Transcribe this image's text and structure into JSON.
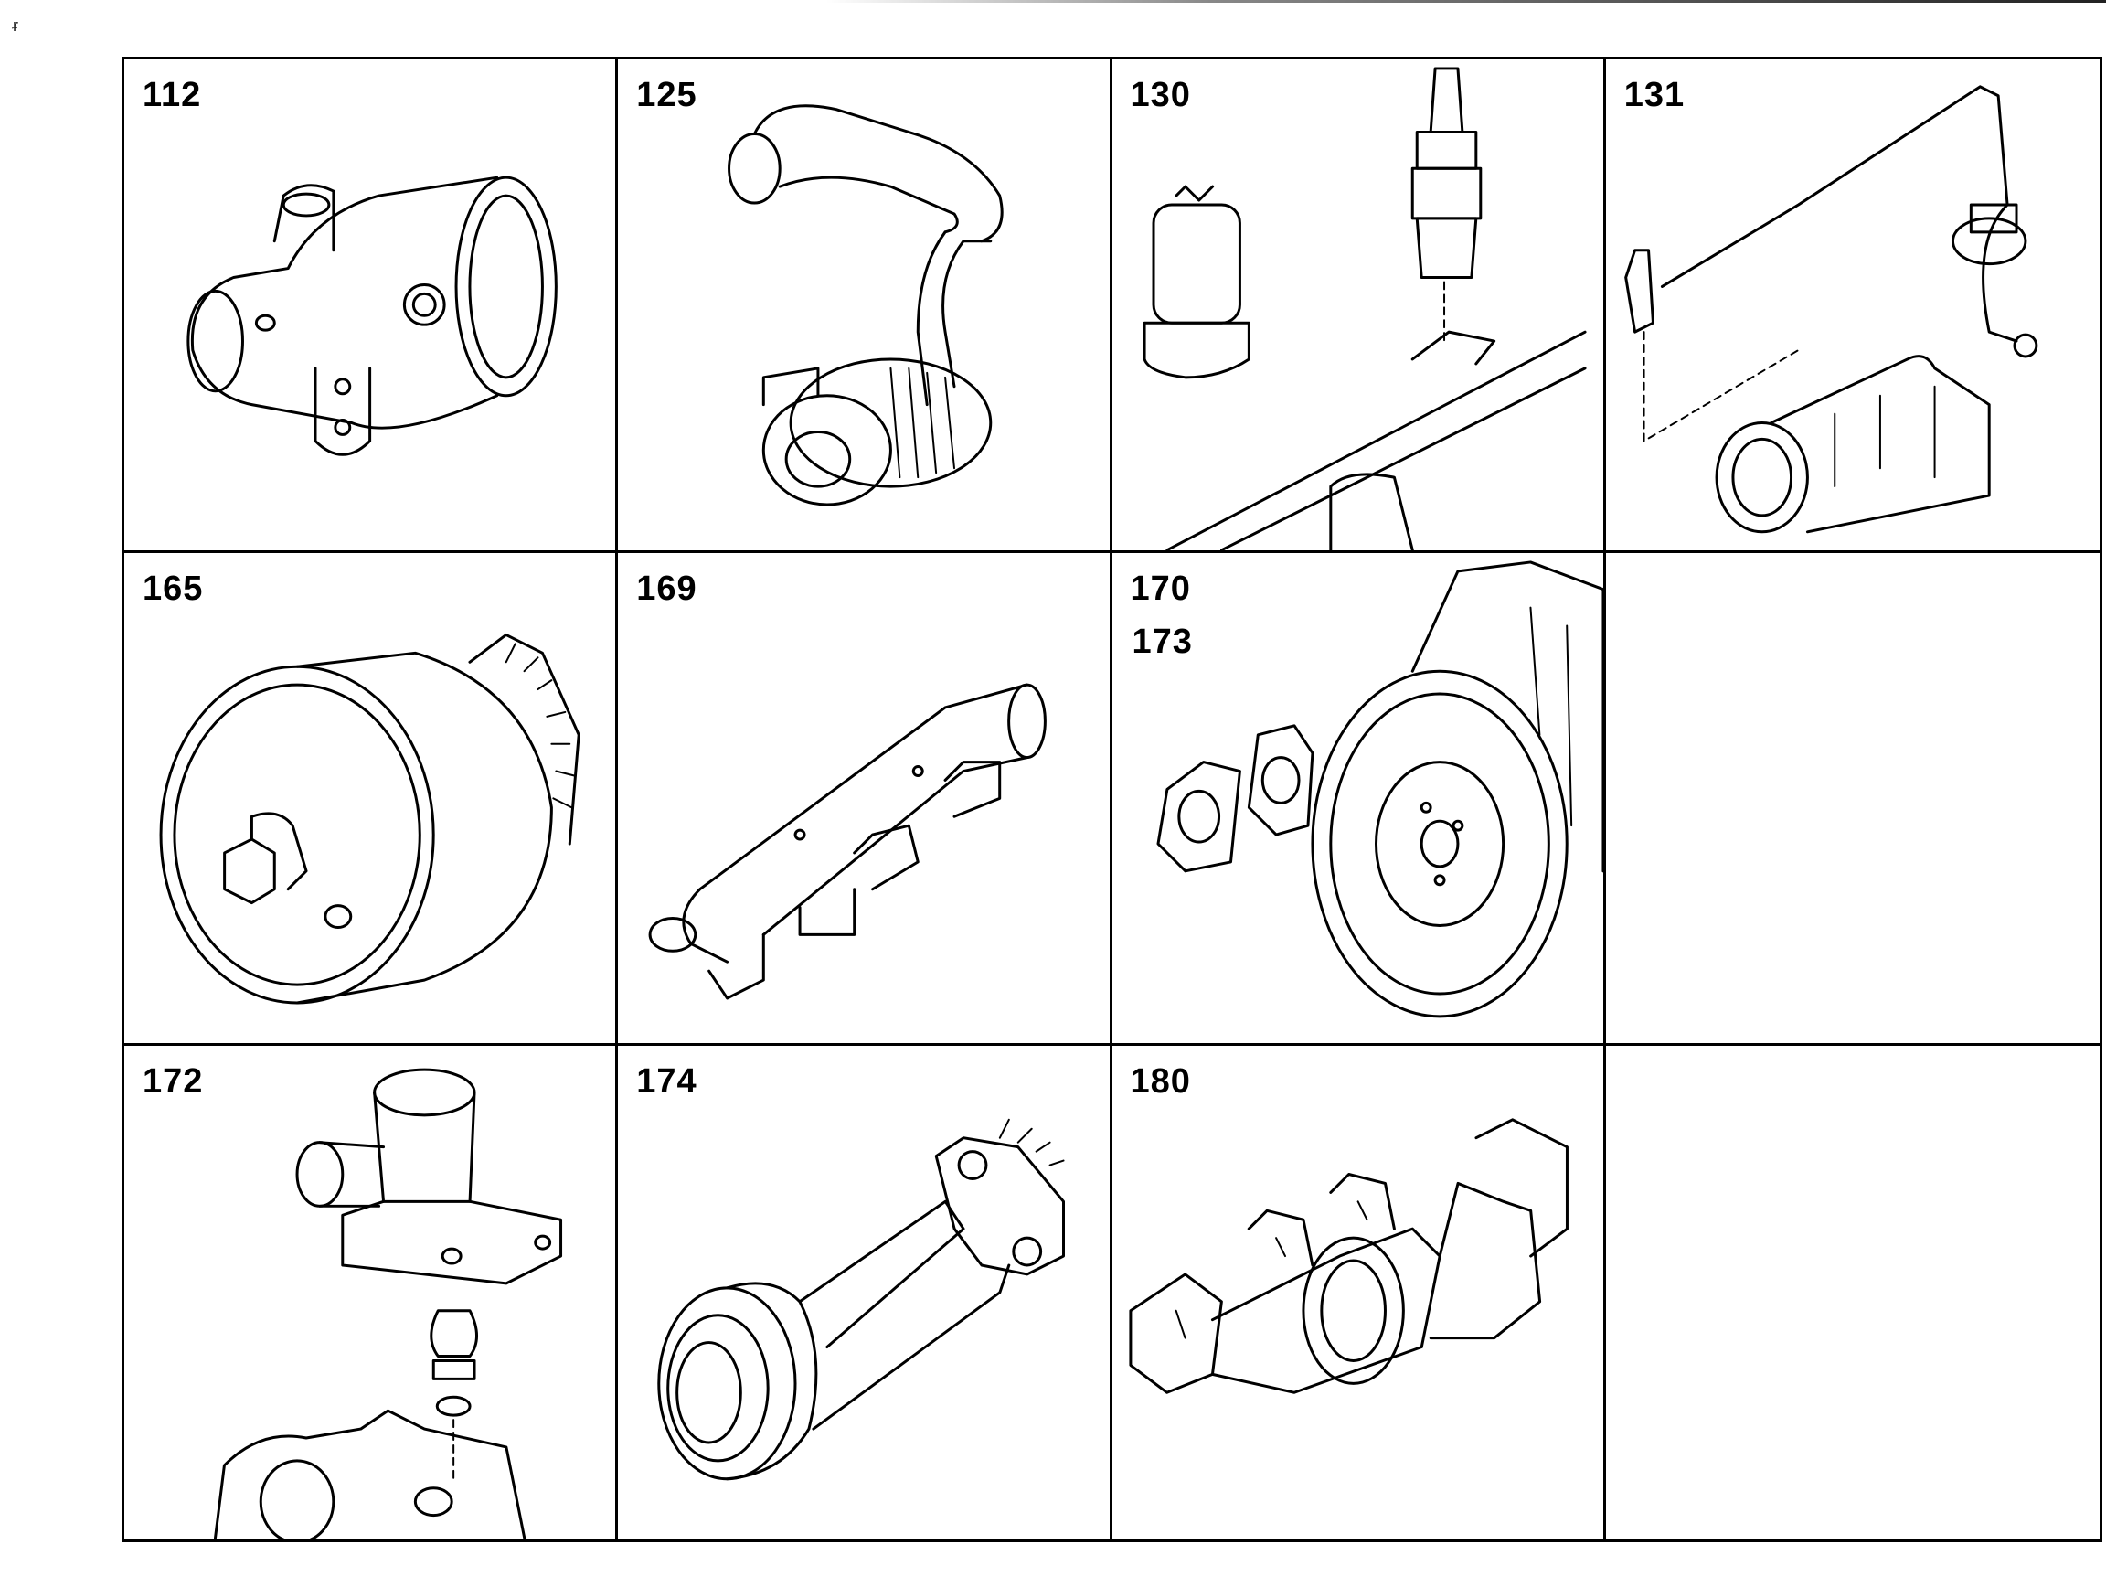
{
  "cells": [
    {
      "labels": [
        "112"
      ],
      "icon": "coupling-icon"
    },
    {
      "labels": [
        "125"
      ],
      "icon": "turbocharger-icon"
    },
    {
      "labels": [
        "130"
      ],
      "icon": "glow-plug-icon"
    },
    {
      "labels": [
        "131"
      ],
      "icon": "fuel-line-icon"
    },
    {
      "labels": [
        "165"
      ],
      "icon": "pulley-icon"
    },
    {
      "labels": [
        "169"
      ],
      "icon": "manifold-icon"
    },
    {
      "labels": [
        "170",
        "173"
      ],
      "icon": "flywheel-icon"
    },
    {
      "labels": [],
      "icon": ""
    },
    {
      "labels": [
        "172"
      ],
      "icon": "thermostat-housing-icon"
    },
    {
      "labels": [
        "174"
      ],
      "icon": "shaft-icon"
    },
    {
      "labels": [
        "180"
      ],
      "icon": "exhaust-manifold-icon"
    },
    {
      "labels": [],
      "icon": ""
    }
  ]
}
